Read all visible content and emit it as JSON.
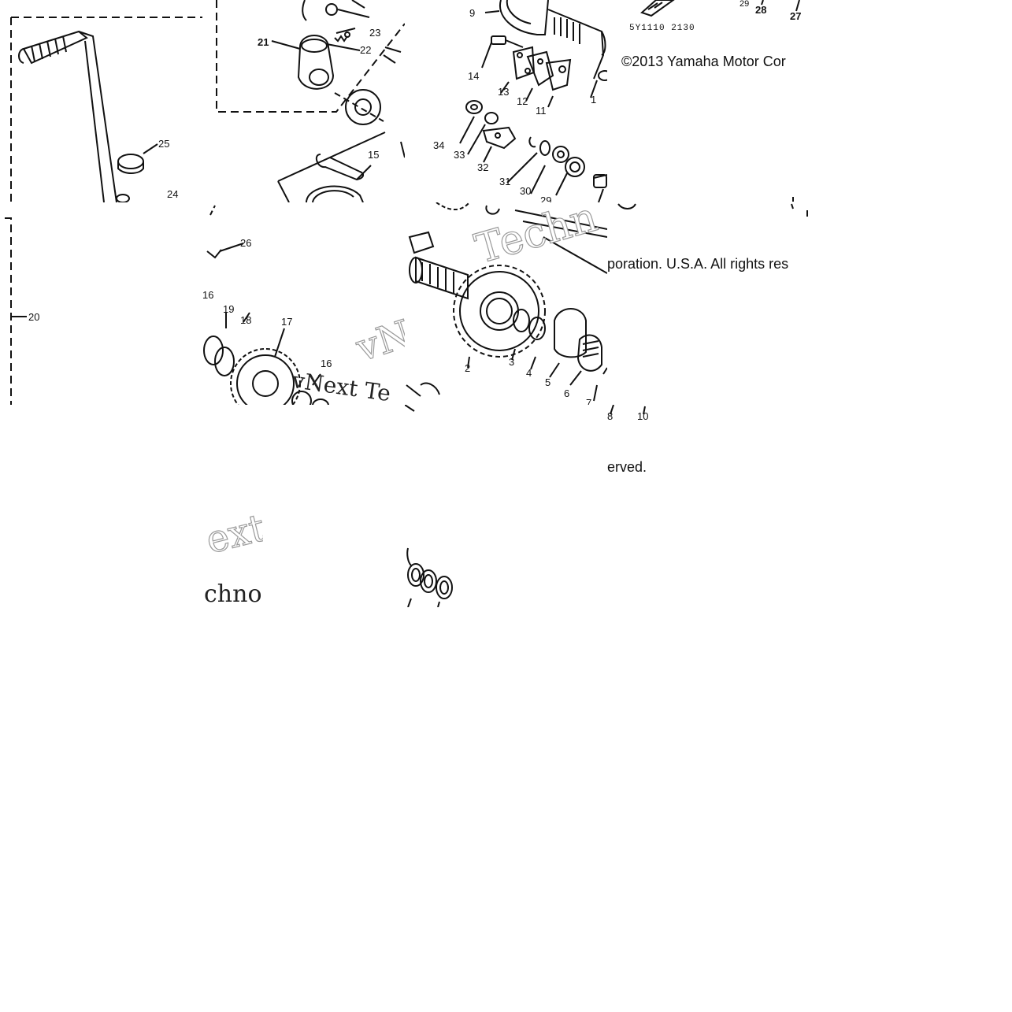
{
  "diagram": {
    "copyright_parts": {
      "a": "©2013 Yamaha Motor Cor",
      "b": "poration. U.S.A. All rights res",
      "c": "erved."
    },
    "diagram_code": "5Y1110 2130",
    "watermark_fragments": {
      "w1": "Techn",
      "w2": "vNe",
      "w3": "vNext Te",
      "w4": "ext",
      "w5": "chno"
    },
    "part_labels": {
      "p1": "1",
      "p2": "2",
      "p3": "3",
      "p4": "4",
      "p5": "5",
      "p6": "6",
      "p7": "7",
      "p8": "8",
      "p9": "9",
      "p10": "10",
      "p11": "11",
      "p12": "12",
      "p13": "13",
      "p14": "14",
      "p15": "15",
      "p16": "16",
      "p17": "17",
      "p18": "18",
      "p19": "19",
      "p20": "20",
      "p21": "21",
      "p22": "22",
      "p23": "23",
      "p24": "24",
      "p25": "25",
      "p26": "26",
      "p27": "27",
      "p28": "28",
      "p29": "29",
      "p30": "30",
      "p31": "31",
      "p32": "32",
      "p33": "33",
      "p34": "34"
    }
  }
}
